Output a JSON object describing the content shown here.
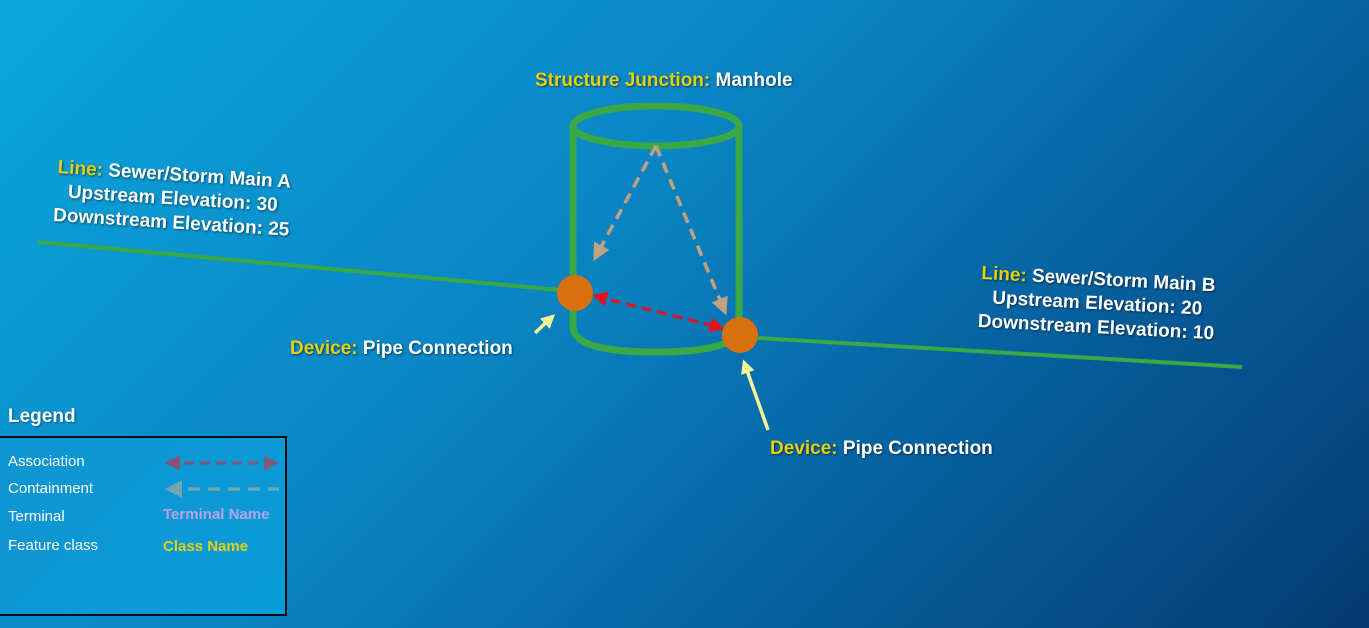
{
  "structure_label": {
    "kind": "Structure Junction:",
    "name": "Manhole"
  },
  "line_a": {
    "kind": "Line:",
    "name": "Sewer/Storm Main A",
    "upstream": "Upstream Elevation: 30",
    "downstream": "Downstream Elevation: 25"
  },
  "line_b": {
    "kind": "Line:",
    "name": "Sewer/Storm Main B",
    "upstream": "Upstream Elevation: 20",
    "downstream": "Downstream Elevation: 10"
  },
  "device_left": {
    "kind": "Device:",
    "name": "Pipe Connection"
  },
  "device_right": {
    "kind": "Device:",
    "name": "Pipe Connection"
  },
  "legend": {
    "title": "Legend",
    "rows": [
      {
        "label": "Association"
      },
      {
        "label": "Containment"
      },
      {
        "label": "Terminal",
        "sample": "Terminal Name"
      },
      {
        "label": "Feature class",
        "sample": "Class Name"
      }
    ]
  },
  "colors": {
    "line_green": "#3aa845",
    "device_orange": "#d9700e",
    "association_red": "#e8121b",
    "containment_tan": "#c0a27f",
    "feature_class_yellow": "#e4d00b",
    "terminal_lavender": "#b7a4e8",
    "pointer_yellow": "#f4f39a"
  }
}
